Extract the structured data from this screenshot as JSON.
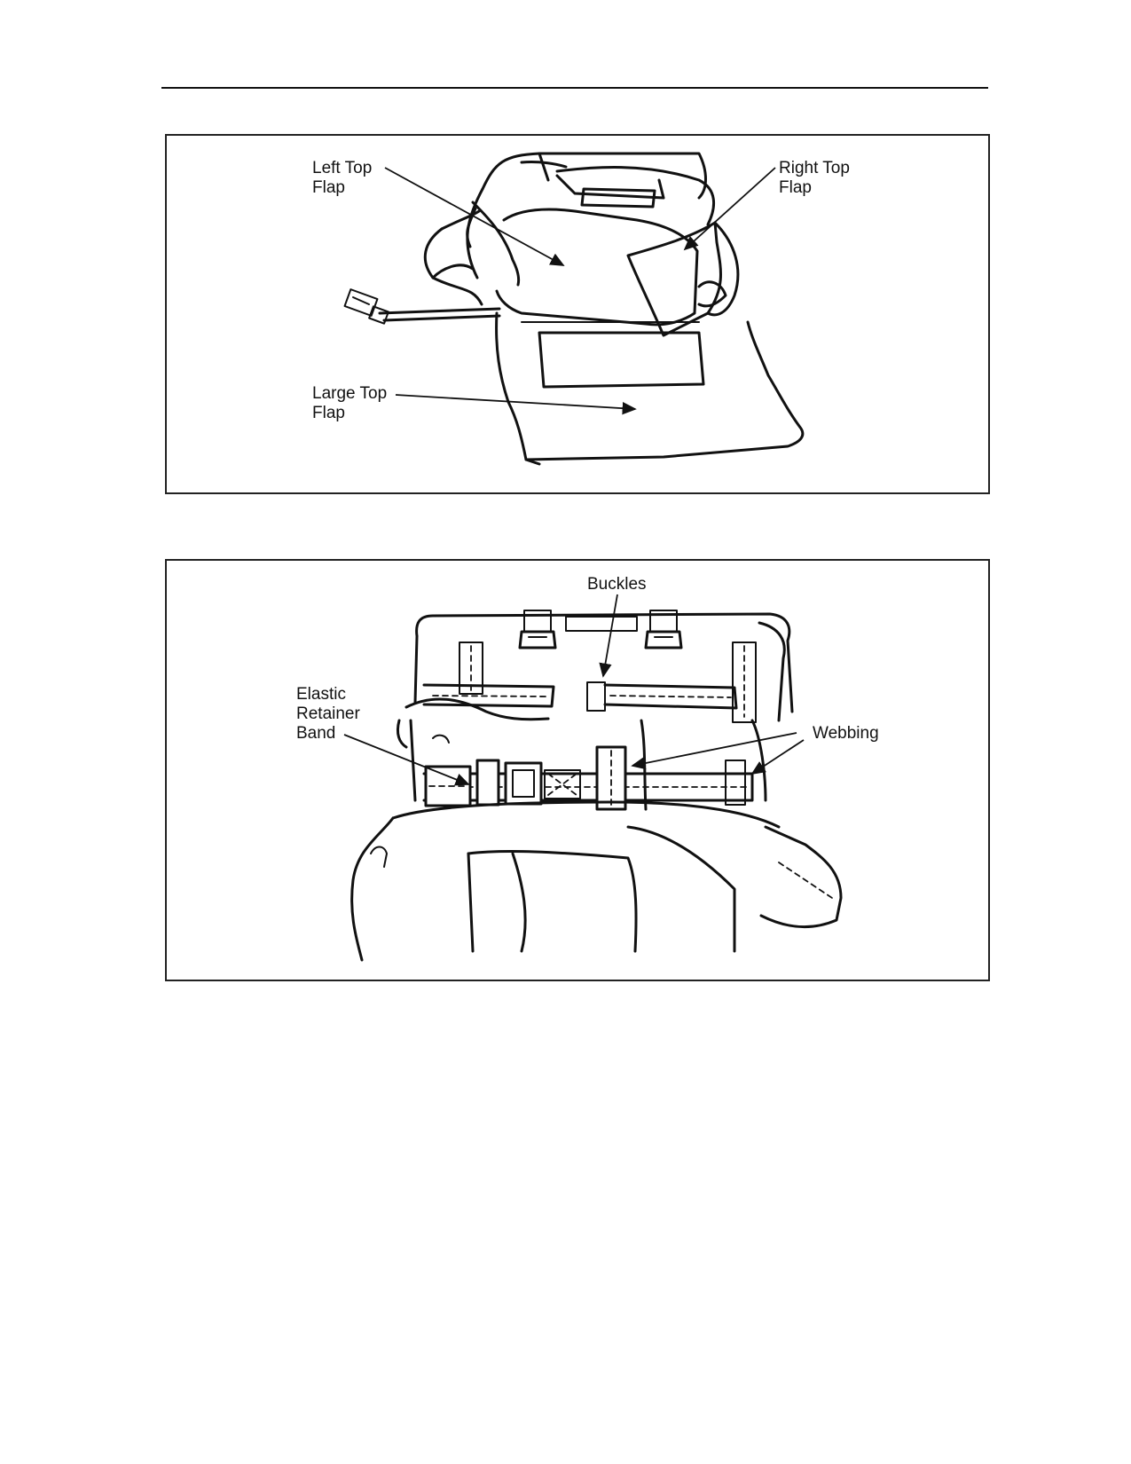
{
  "figure_top": {
    "labels": {
      "left_top_flap": "Left Top\nFlap",
      "right_top_flap": "Right Top\nFlap",
      "large_top_flap": "Large Top\nFlap"
    }
  },
  "figure_bottom": {
    "labels": {
      "buckles": "Buckles",
      "elastic_retainer_band": "Elastic\nRetainer\nBand",
      "webbing": "Webbing"
    }
  }
}
